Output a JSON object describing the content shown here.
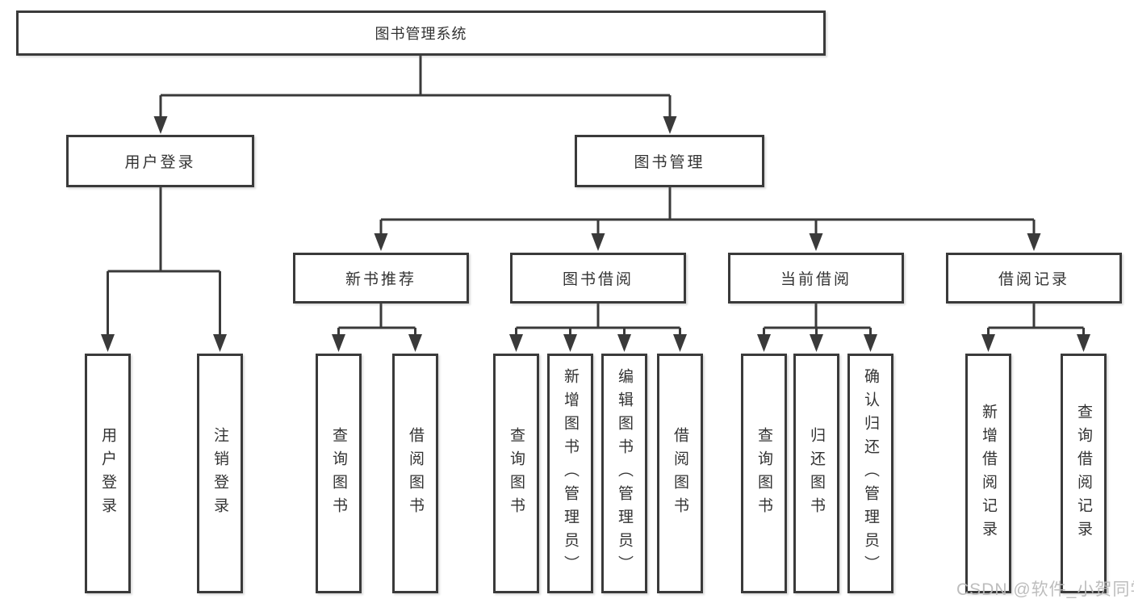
{
  "diagram": {
    "title": "图书管理系统",
    "branches": [
      {
        "label": "用户登录",
        "children": [
          {
            "label": "用户登录"
          },
          {
            "label": "注销登录"
          }
        ]
      },
      {
        "label": "图书管理",
        "children": [
          {
            "label": "新书推荐",
            "children": [
              {
                "label": "查询图书"
              },
              {
                "label": "借阅图书"
              }
            ]
          },
          {
            "label": "图书借阅",
            "children": [
              {
                "label": "查询图书"
              },
              {
                "label": "新增图书（管理员）"
              },
              {
                "label": "编辑图书（管理员）"
              },
              {
                "label": "借阅图书"
              }
            ]
          },
          {
            "label": "当前借阅",
            "children": [
              {
                "label": "查询图书"
              },
              {
                "label": "归还图书"
              },
              {
                "label": "确认归还（管理员）"
              }
            ]
          },
          {
            "label": "借阅记录",
            "children": [
              {
                "label": "新增借阅记录"
              },
              {
                "label": "查询借阅记录"
              }
            ]
          }
        ]
      }
    ]
  },
  "watermark": "CSDN @软件_小贺同学",
  "colors": {
    "line": "#3a3a3a",
    "text": "#333333",
    "background": "#ffffff",
    "watermark": "#b9b9b9"
  }
}
